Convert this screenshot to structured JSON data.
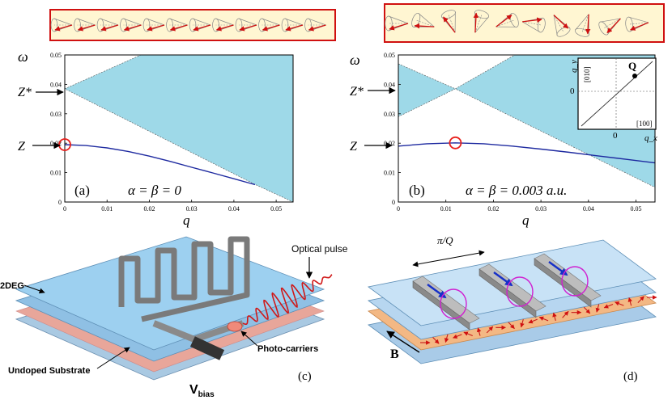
{
  "panels": {
    "a": {
      "label": "(a)",
      "formula": "α = β = 0",
      "y_axis_symbol": "ω",
      "x_axis_symbol": "q",
      "level_labels": [
        "Z*",
        "Z"
      ],
      "x_ticks": [
        "0",
        "0.01",
        "0.02",
        "0.03",
        "0.04",
        "0.05"
      ],
      "y_ticks": [
        "0",
        "0.01",
        "0.02",
        "0.03",
        "0.04",
        "0.05"
      ]
    },
    "b": {
      "label": "(b)",
      "formula": "α = β = 0.003 a.u.",
      "y_axis_symbol": "ω",
      "x_axis_symbol": "q",
      "level_labels": [
        "Z*",
        "Z"
      ],
      "x_ticks": [
        "0",
        "0.01",
        "0.02",
        "0.03",
        "0.04",
        "0.05"
      ],
      "y_ticks": [
        "0",
        "0.01",
        "0.02",
        "0.03",
        "0.04",
        "0.05"
      ],
      "inset": {
        "y_label": "q_y",
        "x_label": "q_x",
        "y_dir": "[010]",
        "x_dir": "[100]",
        "point_label": "Q",
        "zero_x": "0",
        "zero_y": "0"
      }
    },
    "c": {
      "label": "(c)",
      "optical_pulse": "Optical pulse",
      "twodeg": "2DEG",
      "photo_carriers": "Photo-carriers",
      "substrate": "Undoped Substrate",
      "vbias_main": "V",
      "vbias_sub": "bias"
    },
    "d": {
      "label": "(d)",
      "period": "π/Q",
      "field": "B"
    }
  },
  "colors": {
    "continuum": "#9ed9e8",
    "dispersion": "#1e2aa0",
    "highlight": "#e8201c",
    "frame": "#d01010"
  },
  "chart_data": [
    {
      "type": "area",
      "panel": "a",
      "xlim": [
        0,
        0.054
      ],
      "ylim": [
        0,
        0.05
      ],
      "xlabel": "q",
      "ylabel": "ω",
      "grid": false,
      "annotation": "α = β = 0",
      "series": [
        {
          "kind": "continuum",
          "upper": [
            [
              0,
              0.0385
            ],
            [
              0.018,
              0.05
            ],
            [
              0.054,
              0.05
            ]
          ],
          "lower": [
            [
              0,
              0.0385
            ],
            [
              0.045,
              0.006
            ],
            [
              0.054,
              0.0
            ]
          ]
        },
        {
          "kind": "dispersion",
          "x": [
            0,
            0.005,
            0.01,
            0.015,
            0.02,
            0.025,
            0.03,
            0.035,
            0.04,
            0.045
          ],
          "y": [
            0.0195,
            0.0192,
            0.0184,
            0.0172,
            0.0156,
            0.0138,
            0.0118,
            0.0099,
            0.0079,
            0.0059
          ]
        }
      ],
      "marker": {
        "x": 0,
        "y": 0.0195
      }
    },
    {
      "type": "area",
      "panel": "b",
      "xlim": [
        0,
        0.054
      ],
      "ylim": [
        0,
        0.05
      ],
      "xlabel": "q",
      "ylabel": "ω",
      "grid": false,
      "annotation": "α = β = 0.003 a.u.",
      "series": [
        {
          "kind": "continuum",
          "upper": [
            [
              0,
              0.047
            ],
            [
              0.012,
              0.0385
            ],
            [
              0.0245,
              0.05
            ],
            [
              0.054,
              0.05
            ]
          ],
          "lower": [
            [
              0,
              0.029
            ],
            [
              0.012,
              0.0385
            ],
            [
              0.054,
              0.005
            ]
          ]
        },
        {
          "kind": "dispersion",
          "x": [
            0,
            0.006,
            0.012,
            0.018,
            0.024,
            0.03,
            0.036,
            0.042,
            0.048,
            0.054
          ],
          "y": [
            0.019,
            0.0198,
            0.0201,
            0.0198,
            0.019,
            0.018,
            0.0169,
            0.0157,
            0.0145,
            0.0133
          ]
        }
      ],
      "marker": {
        "x": 0.012,
        "y": 0.0201
      }
    }
  ]
}
